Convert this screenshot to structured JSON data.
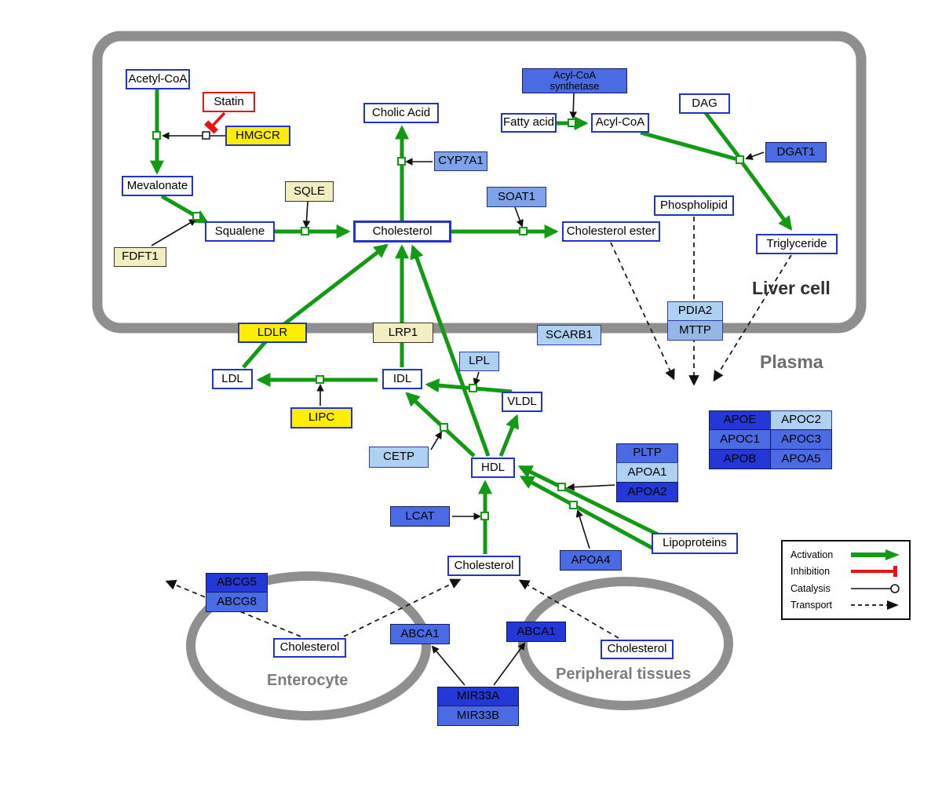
{
  "compartments": {
    "liver": "Liver cell",
    "plasma": "Plasma",
    "enterocyte": "Enterocyte",
    "peripheral": "Peripheral tissues"
  },
  "legend": {
    "activation": "Activation",
    "inhibition": "Inhibition",
    "catalysis": "Catalysis",
    "transport": "Transport"
  },
  "colors": {
    "activation_green": "#129a12",
    "inhibition_red": "#ee1111",
    "metabolite_border_blue": "#2233cc",
    "gene_yellow": "#ffee00",
    "membrane_gray": "#8f8f8f"
  },
  "nodes": {
    "acetyl_coa": "Acetyl-CoA",
    "statin": "Statin",
    "hmgcr": "HMGCR",
    "mevalonate": "Mevalonate",
    "sqle": "SQLE",
    "fdft1": "FDFT1",
    "squalene": "Squalene",
    "cholesterol_liver": "Cholesterol",
    "cholic_acid": "Cholic Acid",
    "cyp7a1": "CYP7A1",
    "soat1": "SOAT1",
    "cholesterol_ester": "Cholesterol ester",
    "acyl_coa_synthetase": "Acyl-CoA synthetase",
    "fatty_acid": "Fatty acid",
    "acyl_coa": "Acyl-CoA",
    "dag": "DAG",
    "dgat1": "DGAT1",
    "phospholipid": "Phospholipid",
    "triglyceride": "Triglyceride",
    "ldlr": "LDLR",
    "lrp1": "LRP1",
    "scarb1": "SCARB1",
    "pdia2": "PDIA2",
    "mttp": "MTTP",
    "ldl": "LDL",
    "idl": "IDL",
    "lpl": "LPL",
    "vldl": "VLDL",
    "lipc": "LIPC",
    "cetp": "CETP",
    "hdl": "HDL",
    "lcat": "LCAT",
    "pltp": "PLTP",
    "apoa1": "APOA1",
    "apoa2": "APOA2",
    "apoa4": "APOA4",
    "lipoproteins": "Lipoproteins",
    "apoe": "APOE",
    "apoc2": "APOC2",
    "apoc1": "APOC1",
    "apoc3": "APOC3",
    "apob": "APOB",
    "apoa5": "APOA5",
    "cholesterol_plasma": "Cholesterol",
    "abcg5": "ABCG5",
    "abcg8": "ABCG8",
    "cholesterol_enterocyte": "Cholesterol",
    "abca1_left": "ABCA1",
    "abca1_right": "ABCA1",
    "cholesterol_peripheral": "Cholesterol",
    "mir33a": "MIR33A",
    "mir33b": "MIR33B"
  }
}
